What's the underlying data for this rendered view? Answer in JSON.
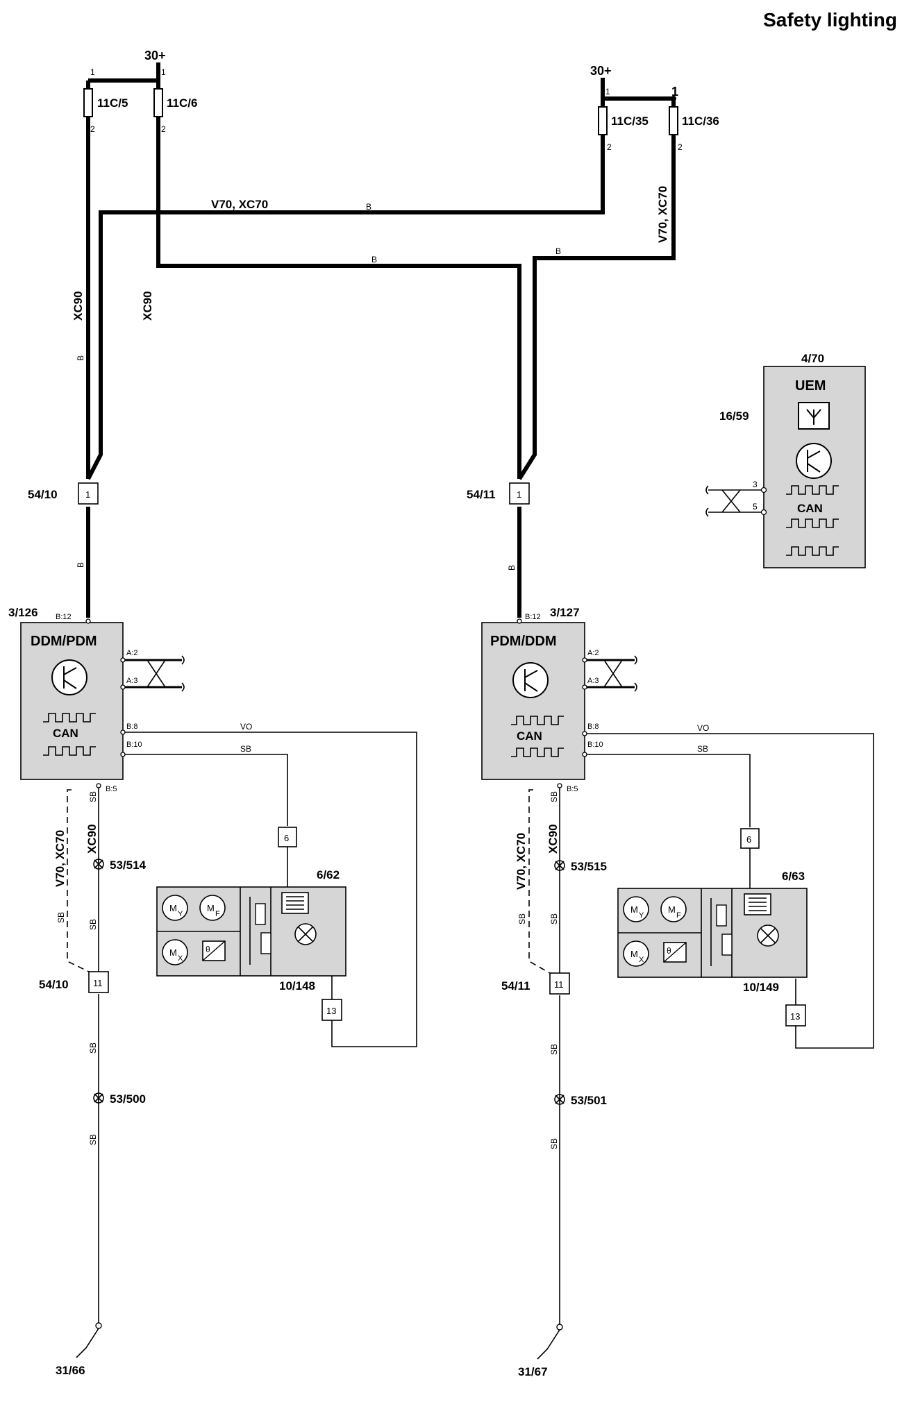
{
  "title": "Safety lighting",
  "supply": {
    "left": "30+",
    "right": "30+"
  },
  "fuses": {
    "f1": "11C/5",
    "f2": "11C/6",
    "f3": "11C/35",
    "f4": "11C/36",
    "pin_top": "1",
    "pin_bottom": "2"
  },
  "variants": {
    "xc90": "XC90",
    "v70_xc70": "V70, XC70"
  },
  "wire_colors": {
    "b": "B",
    "sb": "SB",
    "vo": "VO"
  },
  "connectors": {
    "c54_10": "54/10",
    "c54_11": "54/11",
    "pin1": "1",
    "pin11": "11",
    "pin6": "6",
    "pin13": "13"
  },
  "modules": {
    "left": {
      "id": "3/126",
      "name": "DDM/PDM",
      "bus": "CAN",
      "pins": {
        "b12": "B:12",
        "a2": "A:2",
        "a3": "A:3",
        "b8": "B:8",
        "b10": "B:10",
        "b5": "B:5"
      }
    },
    "right": {
      "id": "3/127",
      "name": "PDM/DDM",
      "bus": "CAN",
      "pins": {
        "b12": "B:12",
        "a2": "A:2",
        "a3": "A:3",
        "b8": "B:8",
        "b10": "B:10",
        "b5": "B:5"
      }
    },
    "uem": {
      "id": "4/70",
      "name": "UEM",
      "antenna": "16/59",
      "bus": "CAN",
      "pin3": "3",
      "pin5": "5"
    }
  },
  "mirrors": {
    "left": {
      "id": "6/62",
      "lamp": "10/148"
    },
    "right": {
      "id": "6/63",
      "lamp": "10/149"
    },
    "motor_y": "M",
    "motor_x": "M",
    "motor_f": "M",
    "sub_y": "Y",
    "sub_x": "X",
    "sub_f": "F",
    "theta": "θ"
  },
  "splices": {
    "s514": "53/514",
    "s515": "53/515",
    "s500": "53/500",
    "s501": "53/501"
  },
  "grounds": {
    "g66": "31/66",
    "g67": "31/67"
  },
  "icons": [
    "transistor-icon",
    "can-signal-icon",
    "antenna-icon",
    "lamp-icon",
    "motor-icon",
    "heater-icon",
    "twisted-pair-icon",
    "ground-icon",
    "splice-icon",
    "fuse-icon"
  ]
}
